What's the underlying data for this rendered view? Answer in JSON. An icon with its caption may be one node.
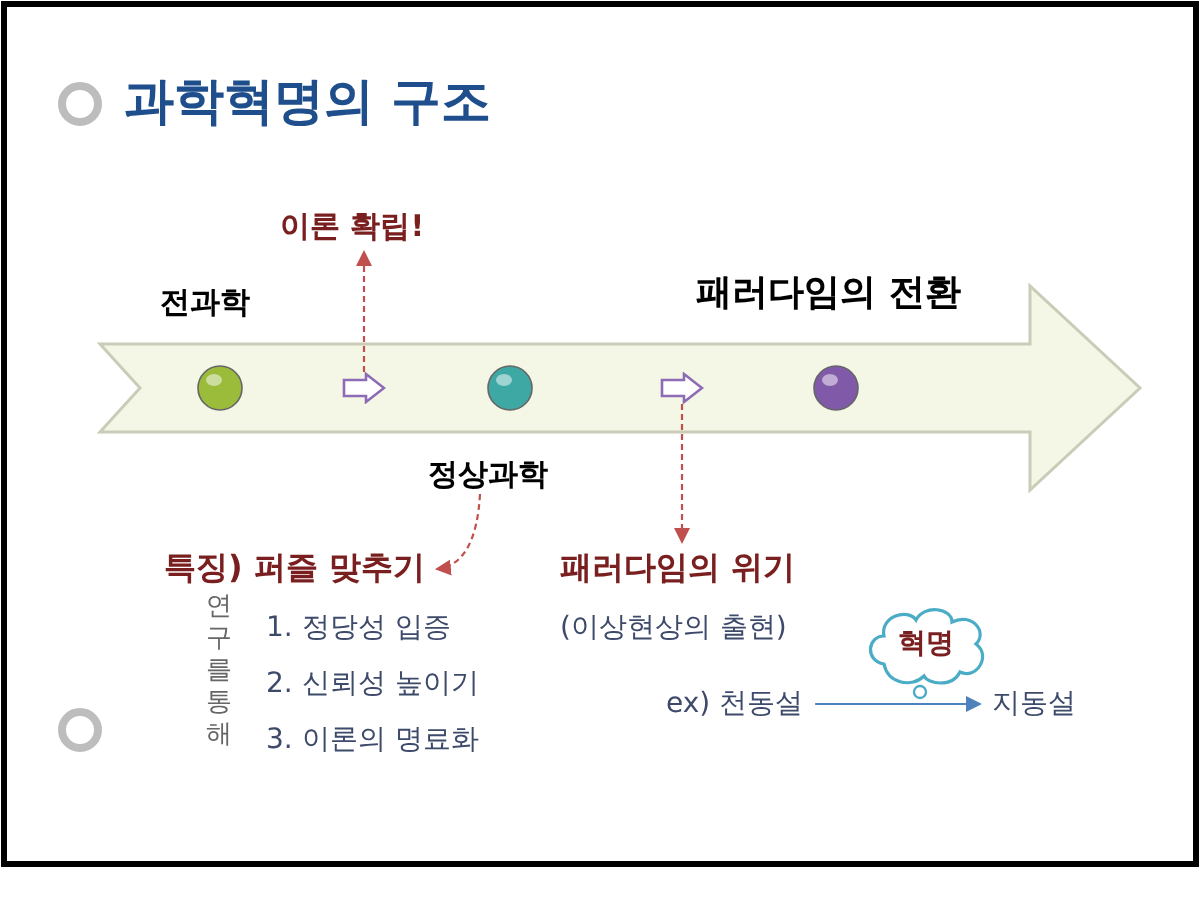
{
  "diagram": {
    "title": "과학혁명의 구조",
    "nodes": [
      {
        "text": [],
        "shape": "arrow"
      },
      {
        "text": [
          "이론 확립!"
        ]
      },
      {
        "text": [
          "정상과학"
        ]
      },
      {
        "text": [
          "특징) 퍼즐 맞추기"
        ]
      },
      {
        "text": [],
        "shape": "arrow"
      },
      {
        "text": [
          "패러다임의 위기"
        ]
      },
      {
        "text": [
          "ex) 천동설"
        ]
      },
      {
        "text": [
          "지동설"
        ]
      },
      {
        "text": [
          "혁명"
        ]
      },
      {
        "text": [],
        "shape": "circle"
      },
      {
        "text": [],
        "shape": "circle"
      },
      {
        "text": [],
        "shape": "circle"
      }
    ],
    "edges": [
      {
        "from": 0,
        "to": 1,
        "arrow": "to",
        "style": "dashed"
      },
      {
        "from": 2,
        "to": 3,
        "arrow": "to",
        "style": "dashed"
      },
      {
        "from": 4,
        "to": 5,
        "arrow": "to",
        "style": "dashed"
      },
      {
        "from": 6,
        "to": 7,
        "arrow": "to",
        "color": "#4f81bd"
      }
    ],
    "labels": [
      "전과학",
      "패러다임의 전환",
      "연구를 통해",
      "1. 정당성 입증",
      "2. 신뢰성 높이기",
      "3. 이론의 명료화",
      "(이상현상의 출현)"
    ]
  }
}
